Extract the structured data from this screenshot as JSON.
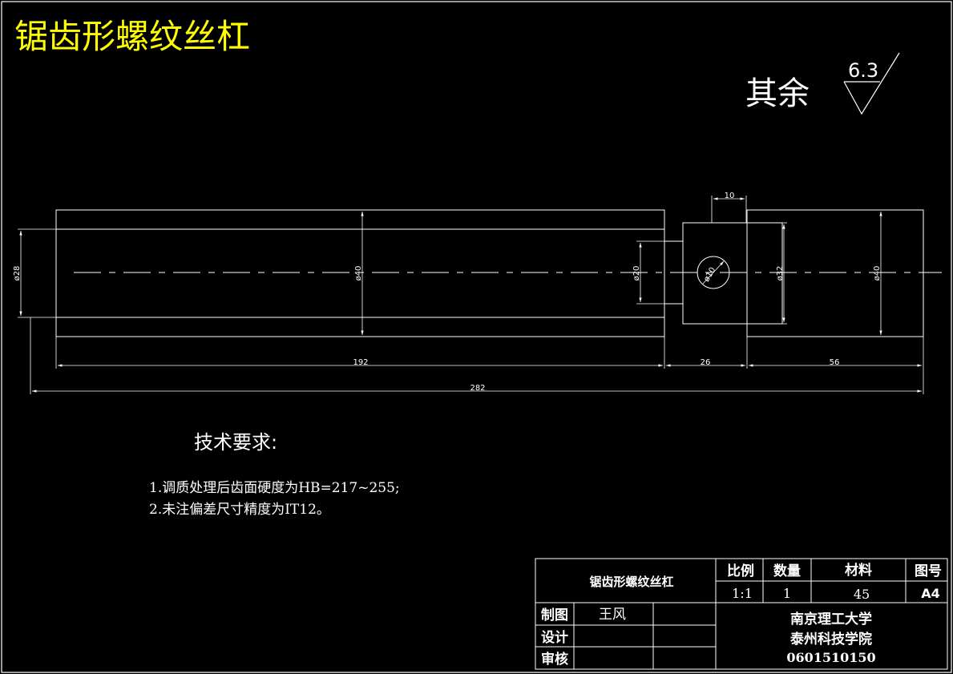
{
  "drawing": {
    "title": "锯齿形螺纹丝杠",
    "roughness": {
      "label": "其余",
      "value": "6.3"
    },
    "colors": {
      "background": "#000000",
      "lines": "#ffffff",
      "title": "#ffff00"
    }
  },
  "dimensions": {
    "length_192": "192",
    "length_26": "26",
    "length_56": "56",
    "length_282": "282",
    "width_10": "10",
    "dia_28": "ø28",
    "dia_40_left": "ø40",
    "dia_20": "ø20",
    "dia_10": "ø10",
    "dia_32": "ø32",
    "dia_40_right": "ø40"
  },
  "requirements": {
    "heading": "技术要求:",
    "items": [
      "1.调质处理后齿面硬度为HB=217~255;",
      "2.未注偏差尺寸精度为IT12。"
    ]
  },
  "title_block": {
    "part_name": "锯齿形螺纹丝杠",
    "headers": {
      "scale": "比例",
      "quantity": "数量",
      "material": "材料",
      "drawing_no": "图号"
    },
    "values": {
      "scale": "1:1",
      "quantity": "1",
      "material": "45",
      "drawing_no": "A4"
    },
    "roles": {
      "drawn": "制图",
      "designed": "设计",
      "reviewed": "审核"
    },
    "names": {
      "drawn": "王风"
    },
    "school": {
      "line1": "南京理工大学",
      "line2": "泰州科技学院",
      "id": "0601510150"
    }
  }
}
